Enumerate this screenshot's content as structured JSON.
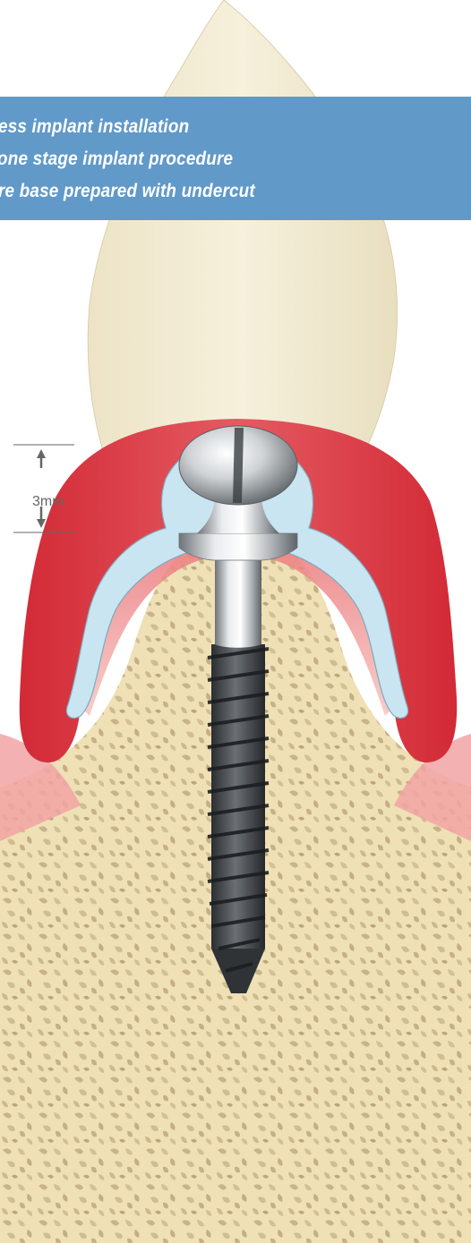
{
  "banner": {
    "lines": [
      "ess implant installation",
      "one stage implant procedure",
      "re base prepared with undercut"
    ],
    "background_color": "#6199c8",
    "text_color": "#ffffff"
  },
  "measurement": {
    "label": "3mm"
  },
  "colors": {
    "tooth": "#f1ead0",
    "gum": "#d8323d",
    "gum_light": "#eb6b70",
    "denture_liner": "#c9e6f2",
    "bone": "#ecdcb0",
    "implant_metal": "#c9cdd0",
    "implant_thread": "#3f4347"
  },
  "icons": {
    "arrow_up": "arrow-up-icon",
    "arrow_down": "arrow-down-icon"
  }
}
